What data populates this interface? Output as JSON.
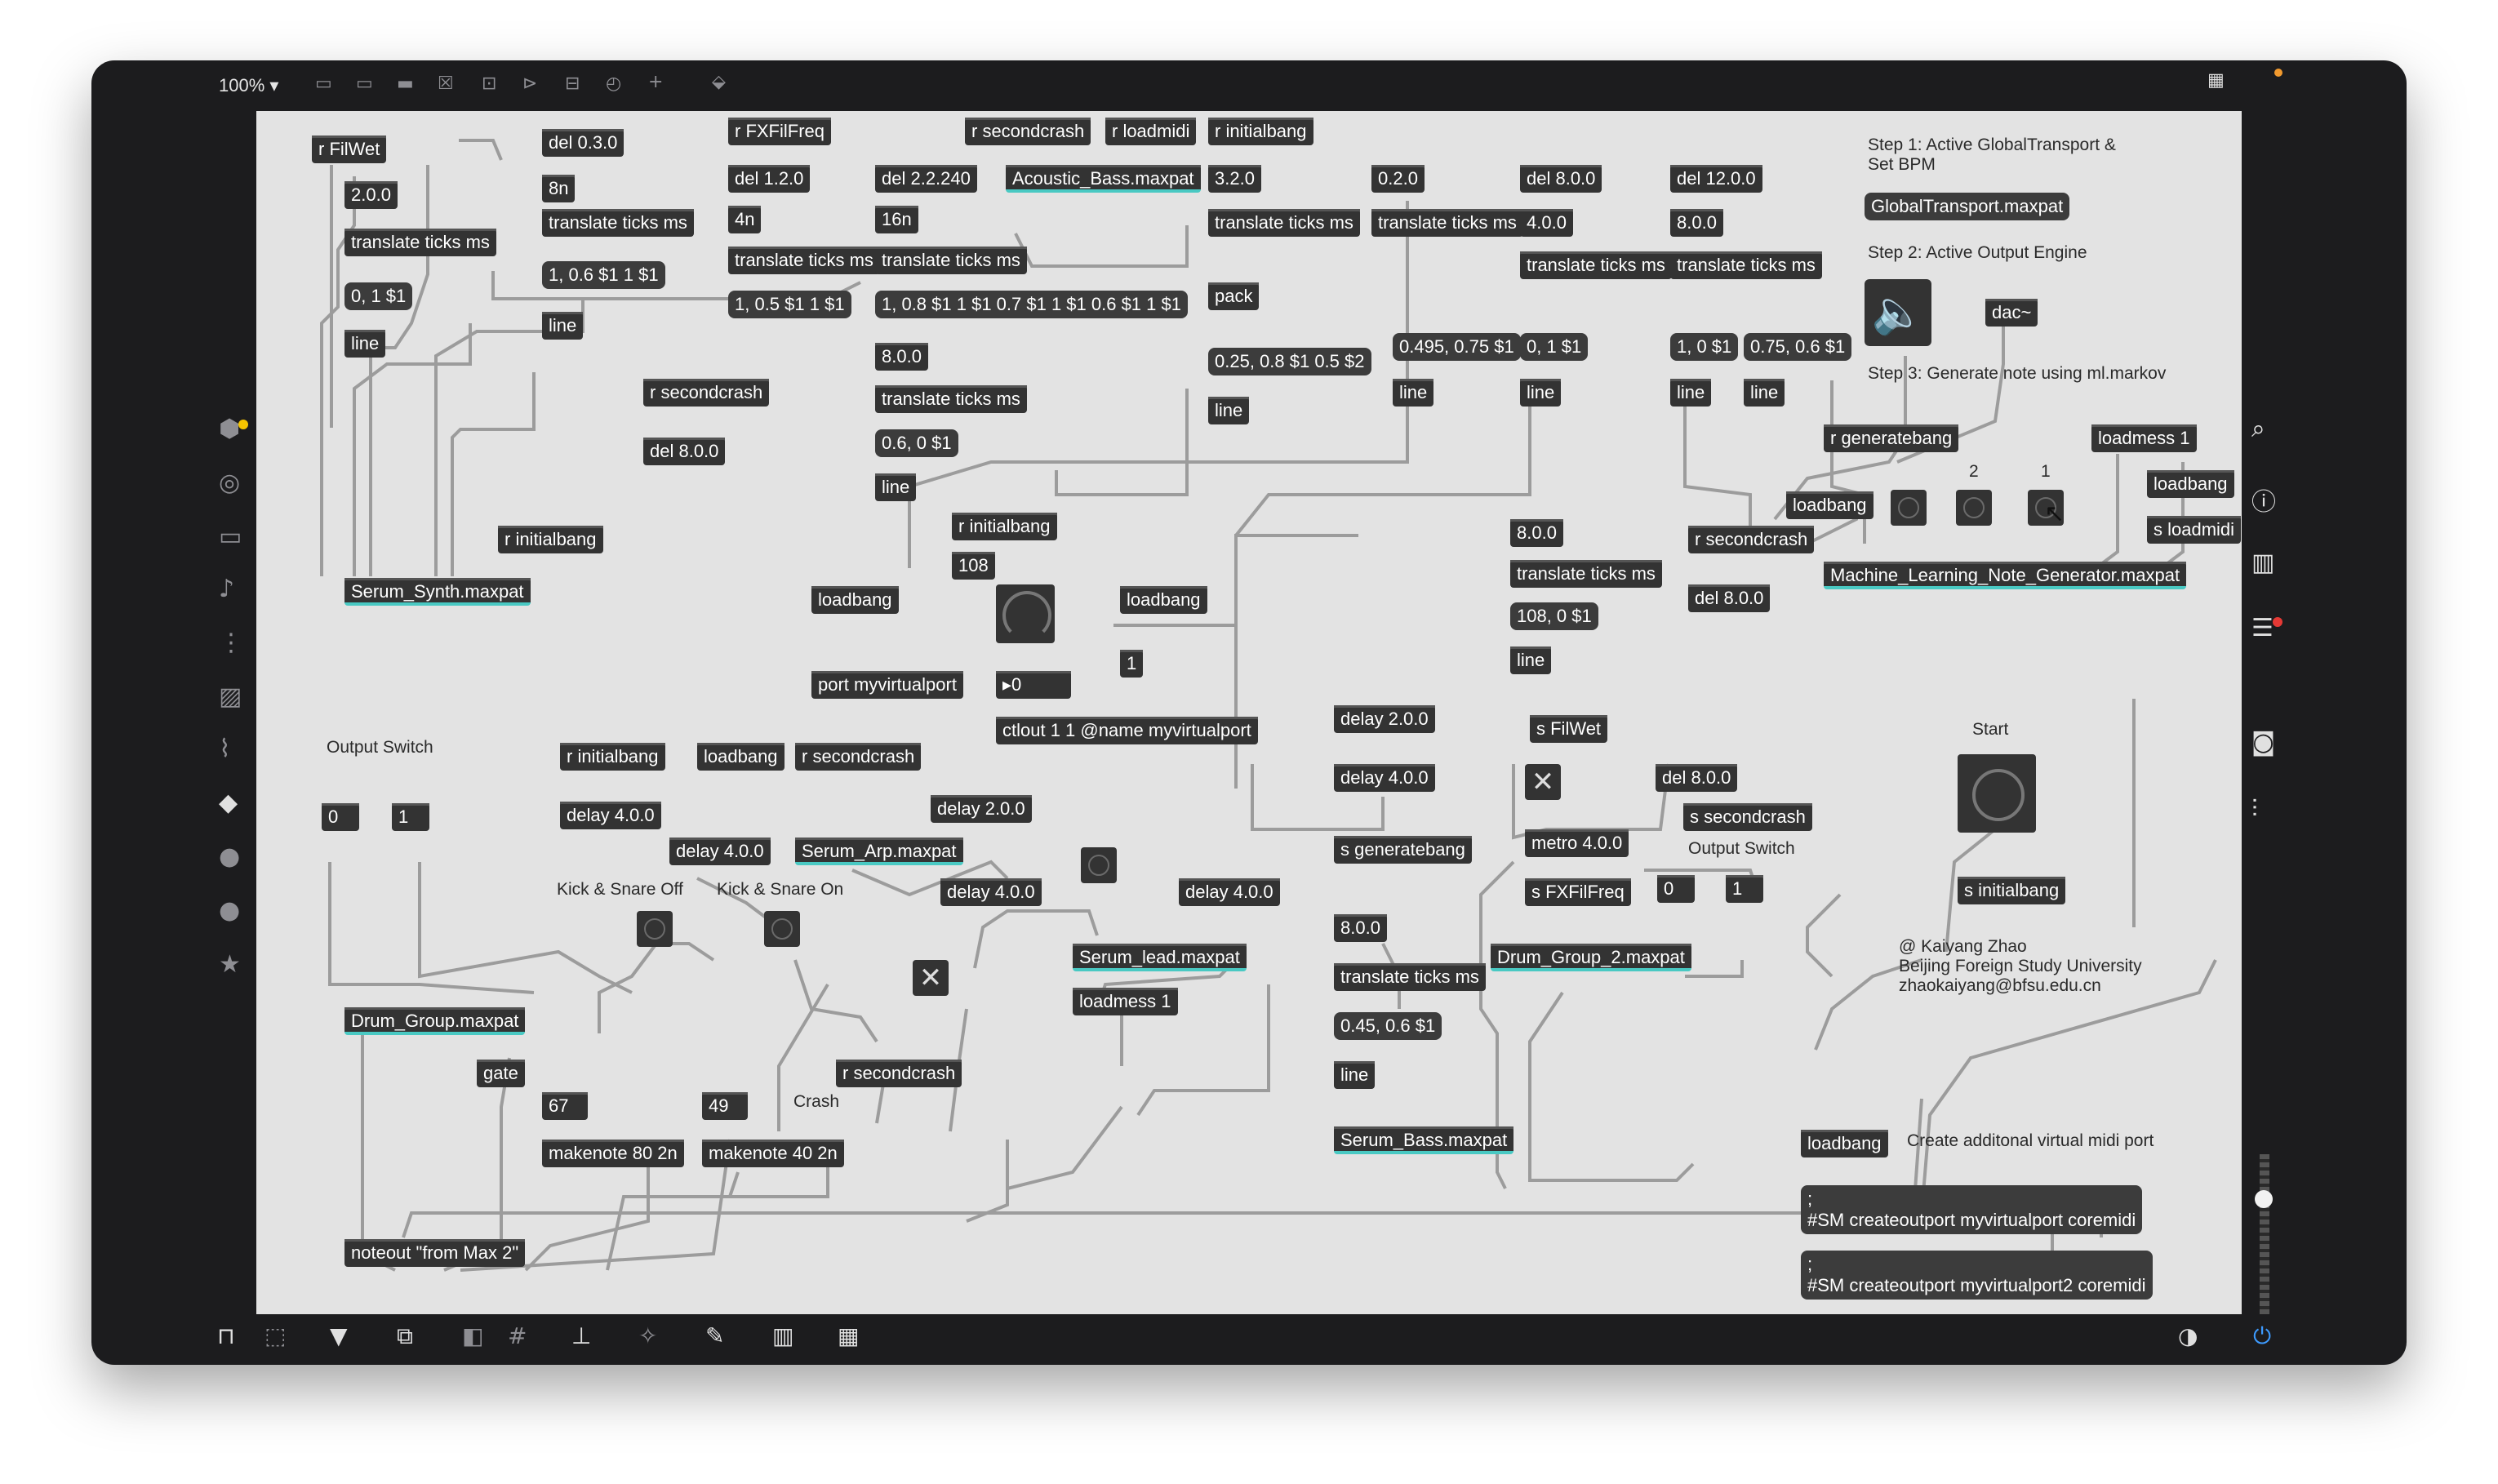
{
  "toolbar": {
    "zoom": "100%",
    "zoom_arrow": "▾"
  },
  "comments": {
    "step1": "Step 1: Active GlobalTransport &\nSet BPM",
    "step2": "Step 2: Active Output Engine",
    "step3": "Step 3: Generate note using ml.markov",
    "output_switch_left": "Output Switch",
    "output_switch_right": "Output Switch",
    "kick_snare_off": "Kick & Snare Off",
    "kick_snare_on": "Kick & Snare On",
    "crash": "Crash",
    "start": "Start",
    "credit1": "@ Kaiyang Zhao",
    "credit2": "Beijing Foreign Study University",
    "credit3": "zhaokaiyang@bfsu.edu.cn",
    "create_port": "Create additonal virtual midi port",
    "radio2": "2",
    "radio1": "1"
  },
  "objects": {
    "r_filwet": "r FilWet",
    "num_2": "2.0.0",
    "tt1": "translate ticks ms",
    "msg_01": "0, 1 $1",
    "line1": "line",
    "del_03": "del 0.3.0",
    "n8": "8n",
    "tt2": "translate ticks ms",
    "msg_1_06": "1, 0.6 $1 1 $1",
    "line2": "line",
    "r_fxfilfreq": "r FXFilFreq",
    "del_12": "del 1.2.0",
    "n4": "4n",
    "tt3": "translate ticks ms",
    "msg_1_05": "1, 0.5 $1 1 $1",
    "del_22": "del 2.2.240",
    "n16": "16n",
    "tt4": "translate ticks ms",
    "msg_long": "1, 0.8 $1 1 $1 0.7 $1 1 $1 0.6 $1 1 $1",
    "r_secondcrash1": "r secondcrash",
    "acoustic_bass": "Acoustic_Bass.maxpat",
    "r_loadmidi": "r loadmidi",
    "r_initialbang1": "r initialbang",
    "num_32": "3.2.0",
    "tt5": "translate ticks ms",
    "pack": "pack",
    "msg_025": "0.25, 0.8 $1 0.5 $2",
    "line3": "line",
    "num_02": "0.2.0",
    "tt6": "translate ticks ms",
    "msg_0495": "0.495, 0.75 $1",
    "line4": "line",
    "del_8": "del 8.0.0",
    "num_4": "4.0.0",
    "tt7": "translate ticks ms",
    "msg_0_1": "0, 1 $1",
    "line5": "line",
    "del_12b": "del 12.0.0",
    "num_8a": "8.0.0",
    "tt8": "translate ticks ms",
    "msg_1_0": "1, 0 $1",
    "line6": "line",
    "msg_075": "0.75, 0.6 $1",
    "line7": "line",
    "num_8b": "8.0.0",
    "tt9": "translate ticks ms",
    "msg_06_0": "0.6, 0 $1",
    "line8": "line",
    "r_secondcrash2": "r secondcrash",
    "del_8b": "del 8.0.0",
    "r_initialbang2": "r initialbang",
    "serum_synth": "Serum_Synth.maxpat",
    "r_initialbang3": "r initialbang",
    "num_108": "108",
    "loadbang1": "loadbang",
    "port": "port myvirtualport",
    "loadbang2": "loadbang",
    "num_1": "1",
    "num_0": "0",
    "ctlout": "ctlout 1 1 @name myvirtualport",
    "global_transport": "GlobalTransport.maxpat",
    "dac": "dac~",
    "r_generatebang": "r generatebang",
    "loadmess_1": "loadmess 1",
    "loadbang3": "loadbang",
    "loadbang4": "loadbang",
    "s_loadmidi": "s loadmidi",
    "r_secondcrash3": "r secondcrash",
    "del_8c": "del 8.0.0",
    "ml_gen": "Machine_Learning_Note_Generator.maxpat",
    "num_8c": "8.0.0",
    "tt10": "translate ticks ms",
    "msg_108": "108, 0 $1",
    "line9": "line",
    "delay_2a": "delay 2.0.0",
    "s_filwet": "s FilWet",
    "delay_4a": "delay 4.0.0",
    "del_8d": "del 8.0.0",
    "s_secondcrash": "s secondcrash",
    "s_generatebang": "s generatebang",
    "metro": "metro 4.0.0",
    "s_fxfilfreq": "s FXFilFreq",
    "num_8d": "8.0.0",
    "tt11": "translate ticks ms",
    "msg_045": "0.45, 0.6 $1",
    "line10": "line",
    "serum_bass": "Serum_Bass.maxpat",
    "drum_group_2": "Drum_Group_2.maxpat",
    "sw_0b": "0",
    "sw_1b": "1",
    "s_initialbang": "s initialbang",
    "sw_0a": "0",
    "sw_1a": "1",
    "r_initialbang4": "r initialbang",
    "loadbang5": "loadbang",
    "r_secondcrash4": "r secondcrash",
    "delay_4b": "delay 4.0.0",
    "delay_4c": "delay 4.0.0",
    "serum_arp": "Serum_Arp.maxpat",
    "delay_2b": "delay 2.0.0",
    "delay_4d": "delay 4.0.0",
    "delay_4e": "delay 4.0.0",
    "serum_lead": "Serum_lead.maxpat",
    "loadmess_1b": "loadmess 1",
    "drum_group": "Drum_Group.maxpat",
    "gate": "gate",
    "r_secondcrash5": "r secondcrash",
    "num_67": "67",
    "num_49": "49",
    "makenote80": "makenote 80 2n",
    "makenote40": "makenote 40 2n",
    "noteout": "noteout \"from Max 2\"",
    "loadbang6": "loadbang",
    "sm_msg1": ";\n#SM createoutport myvirtualport coremidi",
    "sm_msg2": ";\n#SM createoutport myvirtualport2 coremidi"
  },
  "icons": {
    "speaker": "speaker-icon",
    "x": "✕"
  },
  "colors": {
    "canvas": "#e3e3e3",
    "object": "#333333",
    "abstraction_accent": "#49c9c3",
    "window": "#1c1c1e",
    "active_blue": "#3d9bff"
  }
}
